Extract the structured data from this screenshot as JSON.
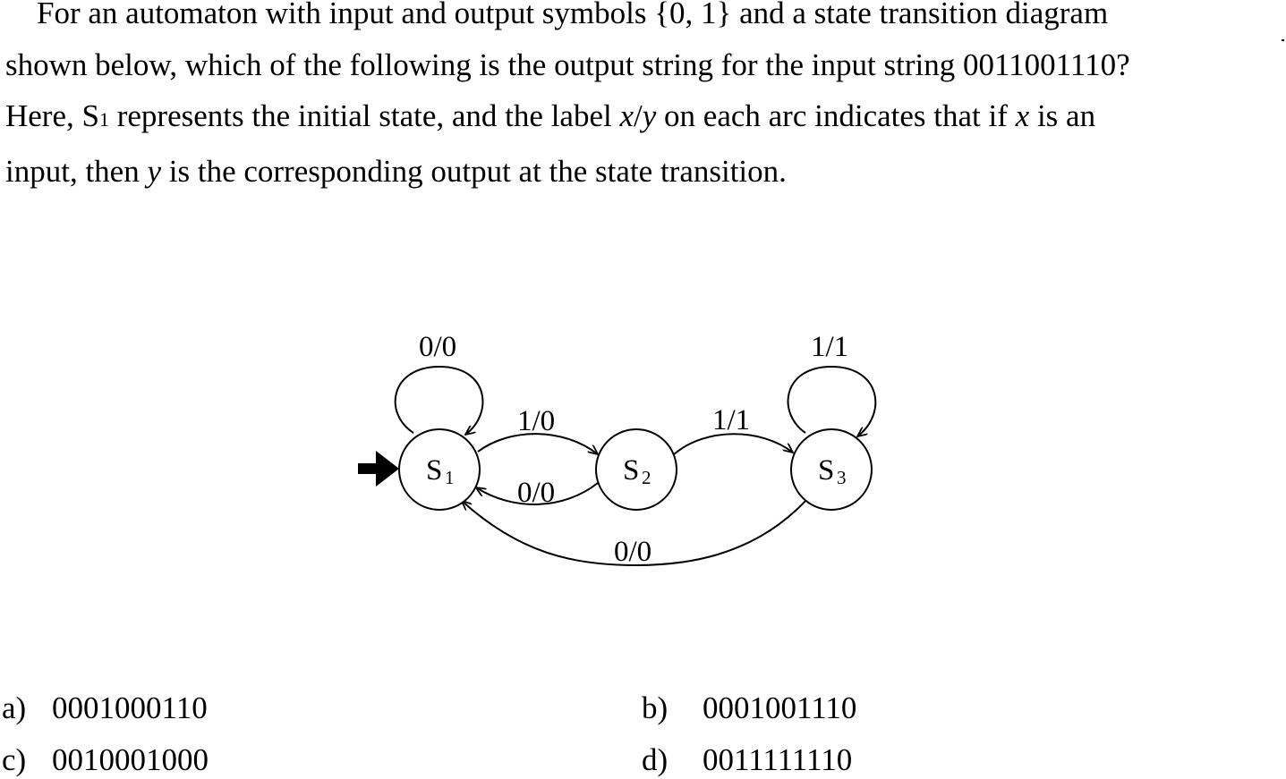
{
  "question": {
    "line1": "For an automaton with input and output symbols {0, 1} and a state transition diagram",
    "line2": "shown below, which of the following is the output string for the input string 0011001110?",
    "line3_pre": "Here, S",
    "line3_sub": "1",
    "line3_mid": " represents the initial state, and the label ",
    "line3_var_x": "x",
    "line3_slash": "/",
    "line3_var_y": "y",
    "line3_mid2": " on each arc indicates that if ",
    "line3_var_x2": "x",
    "line3_end": " is an",
    "line4_pre": "input, then ",
    "line4_var_y": "y",
    "line4_end": " is the corresponding output at the state transition."
  },
  "diagram": {
    "states": [
      {
        "letter": "S",
        "subscript": "1"
      },
      {
        "letter": "S",
        "subscript": "2"
      },
      {
        "letter": "S",
        "subscript": "3"
      }
    ],
    "initial_state": "S1",
    "transitions": [
      {
        "from": "S1",
        "to": "S1",
        "label": "0/0"
      },
      {
        "from": "S1",
        "to": "S2",
        "label": "1/0"
      },
      {
        "from": "S2",
        "to": "S1",
        "label": "0/0"
      },
      {
        "from": "S2",
        "to": "S3",
        "label": "1/1"
      },
      {
        "from": "S3",
        "to": "S3",
        "label": "1/1"
      },
      {
        "from": "S3",
        "to": "S1",
        "label": "0/0"
      }
    ]
  },
  "choices": [
    {
      "letter": "a)",
      "value": "0001000110"
    },
    {
      "letter": "b)",
      "value": "0001001110"
    },
    {
      "letter": "c)",
      "value": "0010001000"
    },
    {
      "letter": "d)",
      "value": "0011111110"
    }
  ]
}
